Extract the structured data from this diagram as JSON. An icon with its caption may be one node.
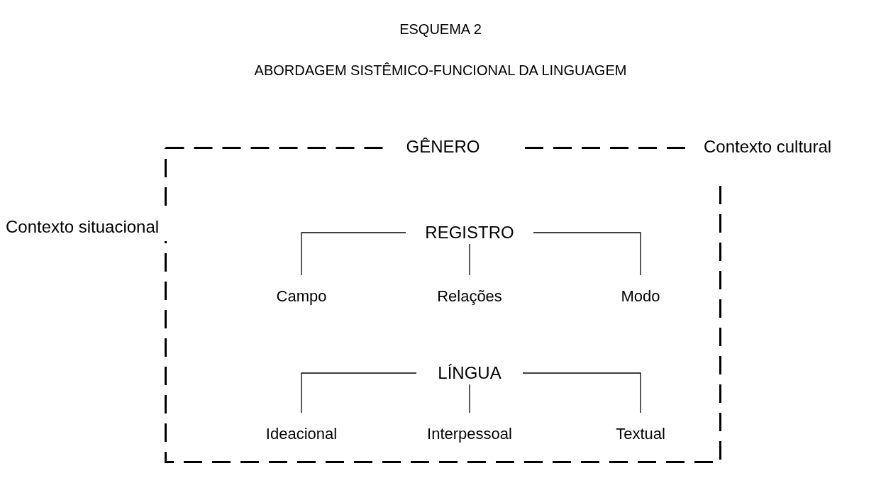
{
  "diagram": {
    "title": "ESQUEMA 2",
    "nodes": [
      {
        "text": [
          "GÊNERO"
        ]
      },
      {
        "text": [
          "REGISTRO"
        ],
        "in": 0
      },
      {
        "text": [
          "Campo"
        ],
        "in": 0
      },
      {
        "text": [
          "Relações"
        ],
        "in": 0
      },
      {
        "text": [
          "Modo"
        ],
        "in": 0
      },
      {
        "text": [
          "LÍNGUA"
        ],
        "in": 0
      },
      {
        "text": [
          "Ideacional"
        ],
        "in": 0
      },
      {
        "text": [
          "Interpessoal"
        ],
        "in": 0
      },
      {
        "text": [
          "Textual"
        ],
        "in": 0
      }
    ],
    "edges": [
      {
        "from": 1,
        "to": 2,
        "arrow": "none"
      },
      {
        "from": 1,
        "to": 3,
        "arrow": "none"
      },
      {
        "from": 1,
        "to": 4,
        "arrow": "none"
      },
      {
        "from": 5,
        "to": 6,
        "arrow": "none"
      },
      {
        "from": 5,
        "to": 7,
        "arrow": "none"
      },
      {
        "from": 5,
        "to": 8,
        "arrow": "none"
      }
    ],
    "labels": [
      "ABORDAGEM SISTÊMICO-FUNCIONAL DA LINGUAGEM",
      "Contexto cultural",
      "Contexto situacional"
    ]
  }
}
